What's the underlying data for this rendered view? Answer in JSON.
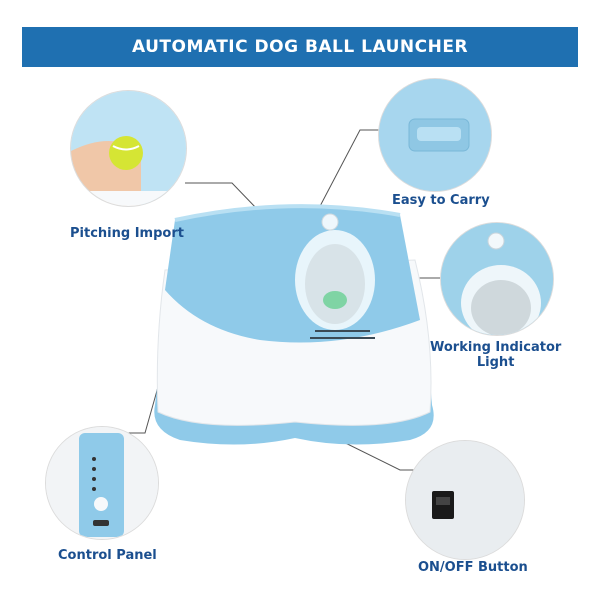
{
  "banner": {
    "title": "AUTOMATIC DOG BALL LAUNCHER"
  },
  "callouts": {
    "pitching": "Pitching Import",
    "carry": "Easy to Carry",
    "indicator_line1": "Working Indicator",
    "indicator_line2": "Light",
    "control": "Control Panel",
    "onoff": "ON/OFF Button"
  },
  "colors": {
    "banner": "#1f70b1",
    "label": "#1b4f8f",
    "device_blue": "#8fcae9",
    "device_white": "#f7f9fb"
  }
}
